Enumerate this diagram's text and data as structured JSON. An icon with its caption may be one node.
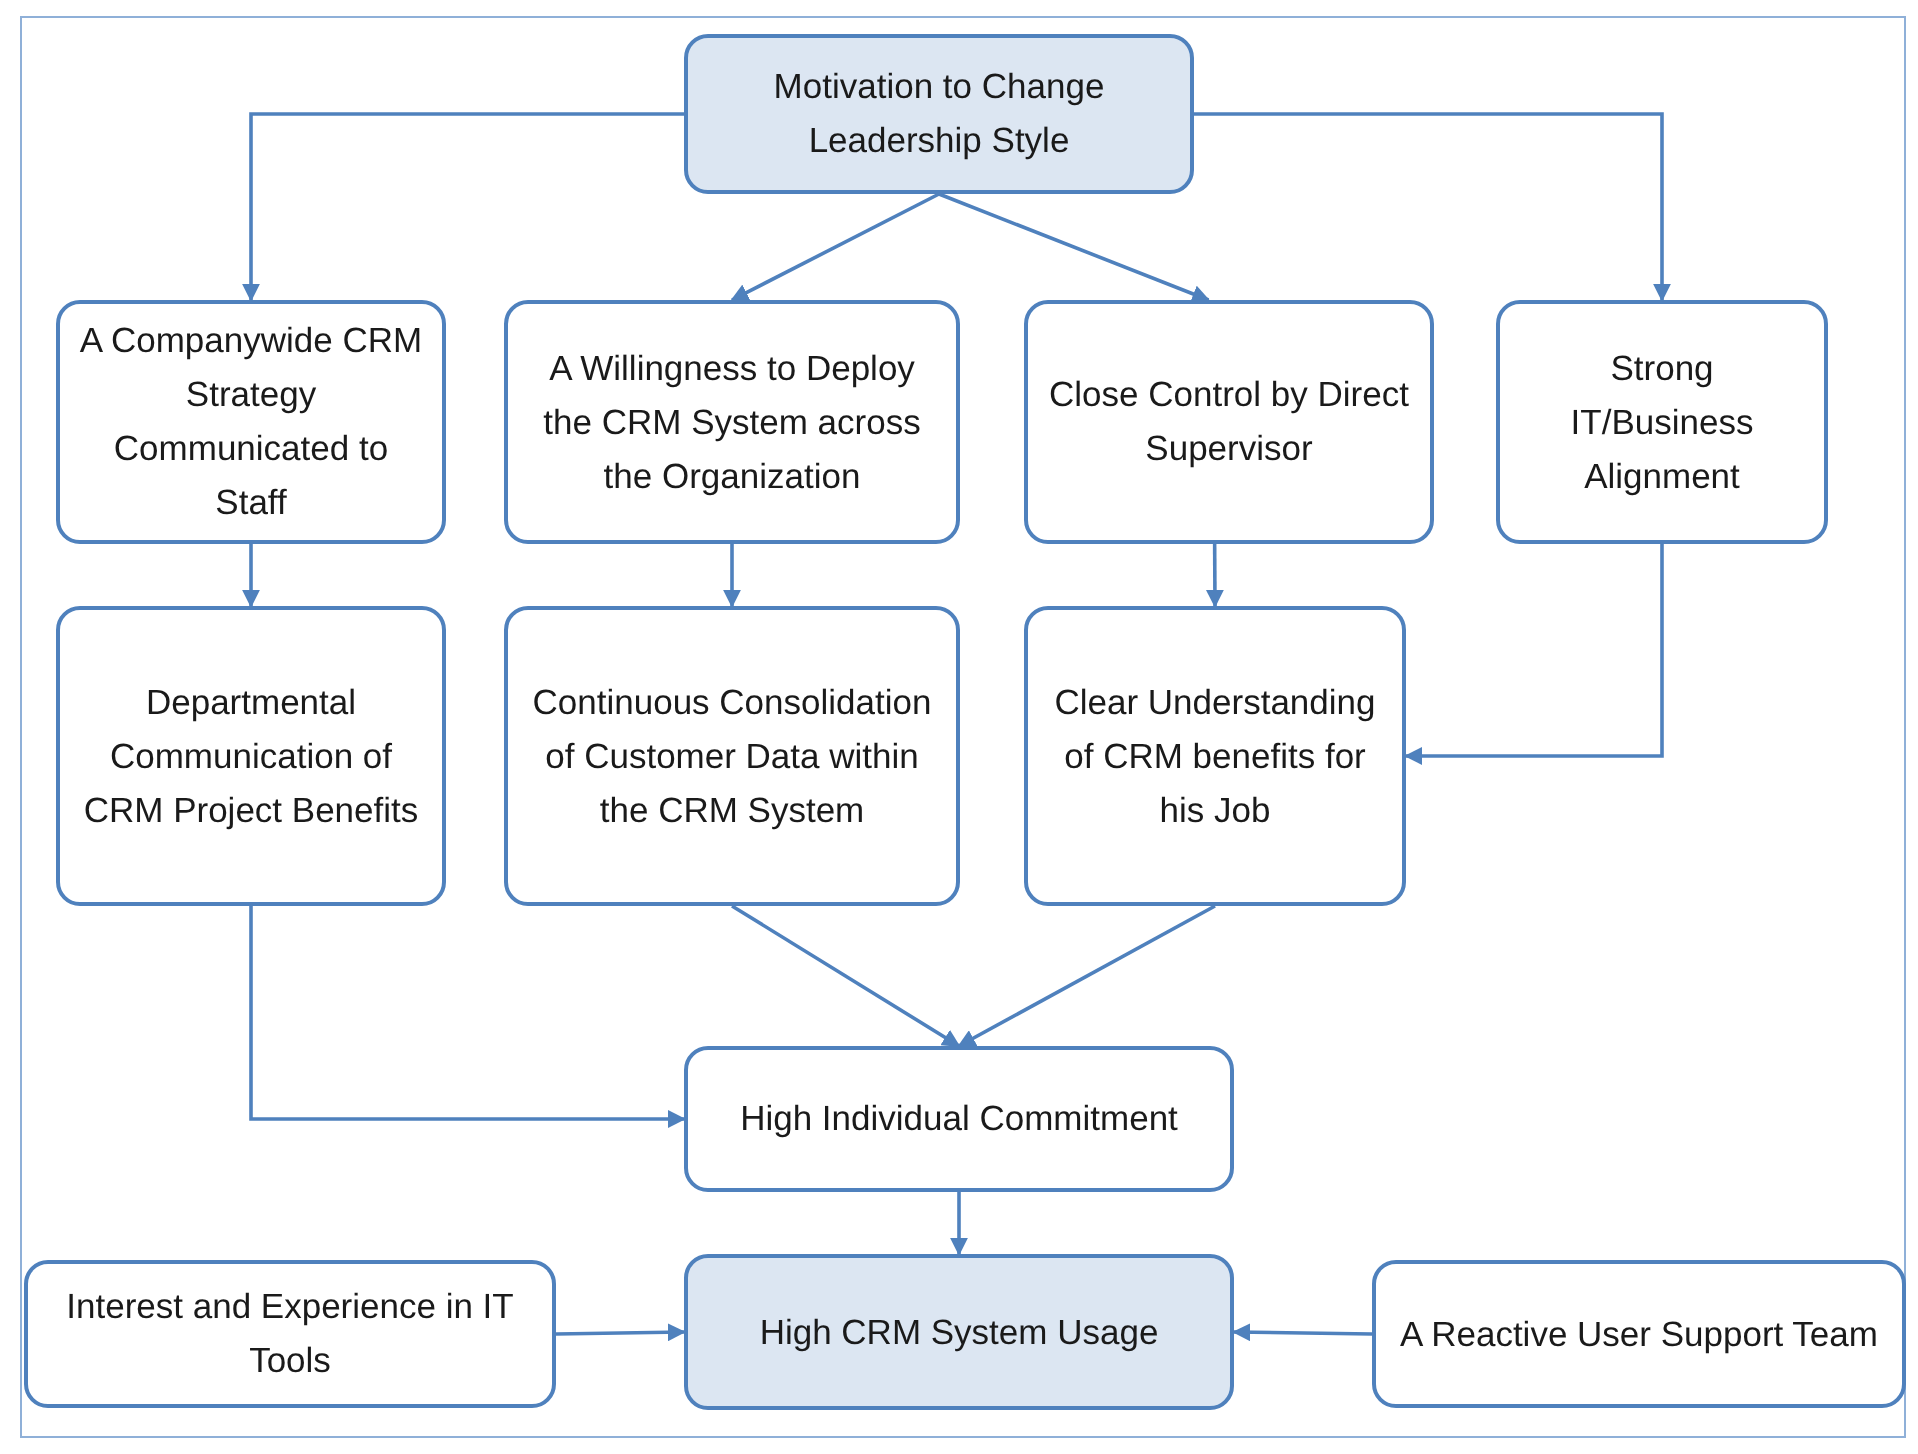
{
  "diagram": {
    "nodes": [
      {
        "text": [
          "Motivation to Change Leadership Style"
        ]
      },
      {
        "text": [
          "A Companywide CRM Strategy Communicated to Staff"
        ]
      },
      {
        "text": [
          "A Willingness to Deploy the CRM System across the Organization"
        ]
      },
      {
        "text": [
          "Close Control by Direct Supervisor"
        ]
      },
      {
        "text": [
          "Strong IT/Business Alignment"
        ]
      },
      {
        "text": [
          "Departmental Communication of CRM Project Benefits"
        ]
      },
      {
        "text": [
          "Continuous Consolidation of Customer Data within the CRM System"
        ]
      },
      {
        "text": [
          "Clear Understanding of CRM benefits for his Job"
        ]
      },
      {
        "text": [
          "High Individual Commitment"
        ]
      },
      {
        "text": [
          "High CRM System Usage"
        ]
      },
      {
        "text": [
          "Interest and Experience in IT Tools"
        ]
      },
      {
        "text": [
          "A Reactive User Support Team"
        ]
      }
    ],
    "edges": [
      {
        "from": 0,
        "to": 1,
        "arrow": "to"
      },
      {
        "from": 0,
        "to": 2,
        "arrow": "to"
      },
      {
        "from": 0,
        "to": 3,
        "arrow": "to"
      },
      {
        "from": 0,
        "to": 4,
        "arrow": "to"
      },
      {
        "from": 1,
        "to": 5,
        "arrow": "to"
      },
      {
        "from": 2,
        "to": 6,
        "arrow": "to"
      },
      {
        "from": 3,
        "to": 7,
        "arrow": "to"
      },
      {
        "from": 4,
        "to": 7,
        "arrow": "to"
      },
      {
        "from": 5,
        "to": 8,
        "arrow": "to"
      },
      {
        "from": 6,
        "to": 8,
        "arrow": "to"
      },
      {
        "from": 7,
        "to": 8,
        "arrow": "to"
      },
      {
        "from": 8,
        "to": 9,
        "arrow": "to"
      },
      {
        "from": 10,
        "to": 9,
        "arrow": "to"
      },
      {
        "from": 11,
        "to": 9,
        "arrow": "to"
      }
    ]
  }
}
